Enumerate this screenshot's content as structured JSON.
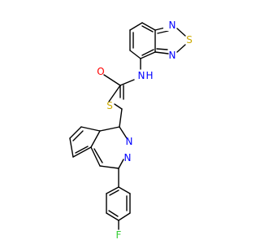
{
  "molecule": {
    "atoms": {
      "n_thiadiazole_top": "N",
      "s_thiadiazole": "S",
      "n_thiadiazole_bottom": "N",
      "n_amide": "N",
      "h_amide": "H",
      "o_carbonyl": "O",
      "s_thioether": "S",
      "n_phthalazine_top": "N",
      "n_phthalazine_bottom": "N",
      "f_fluoro": "F"
    },
    "colors": {
      "bond": "#000000",
      "nitrogen": "#0000ff",
      "sulfur": "#ccaa00",
      "oxygen": "#ff0000",
      "fluorine": "#33cc33"
    }
  }
}
